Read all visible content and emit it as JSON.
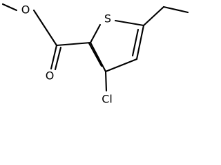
{
  "molecule": {
    "atoms": {
      "sulfur": "S",
      "carbonyl_oxygen": "O",
      "ester_oxygen": "O",
      "chlorine": "Cl"
    }
  },
  "colors": {
    "bond": "#000000",
    "label": "#000000",
    "background": "#ffffff"
  }
}
